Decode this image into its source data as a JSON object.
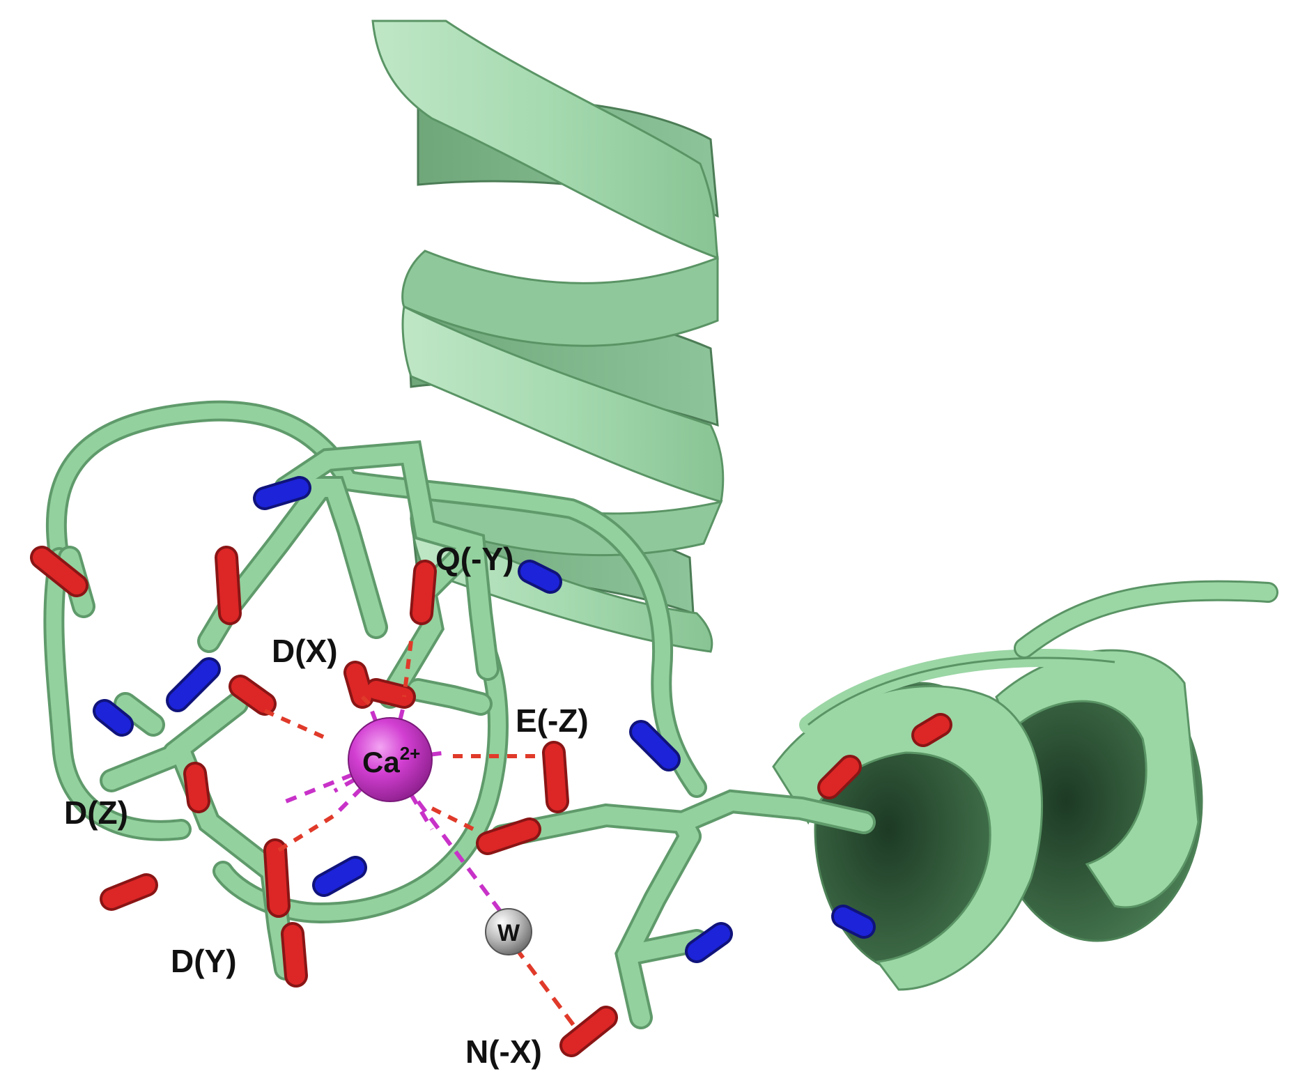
{
  "ion": {
    "symbol": "Ca",
    "charge": "2+",
    "color": "#cc33cc"
  },
  "water": {
    "label": "W",
    "color": "#9a9a9a"
  },
  "residues": [
    {
      "id": "Q-Y",
      "label": "Q(-Y)"
    },
    {
      "id": "D-X",
      "label": "D(X)"
    },
    {
      "id": "E-Z",
      "label": "E(-Z)"
    },
    {
      "id": "D-Z",
      "label": "D(Z)"
    },
    {
      "id": "D-Y",
      "label": "D(Y)"
    },
    {
      "id": "N-X",
      "label": "N(-X)"
    }
  ],
  "colors": {
    "carbon": "#93d19e",
    "carbon_dark": "#5f9a6b",
    "oxygen": "#dd2626",
    "nitrogen": "#1c23d8",
    "ion_bond": "#c832c8",
    "h_bond": "#e03a2a"
  }
}
